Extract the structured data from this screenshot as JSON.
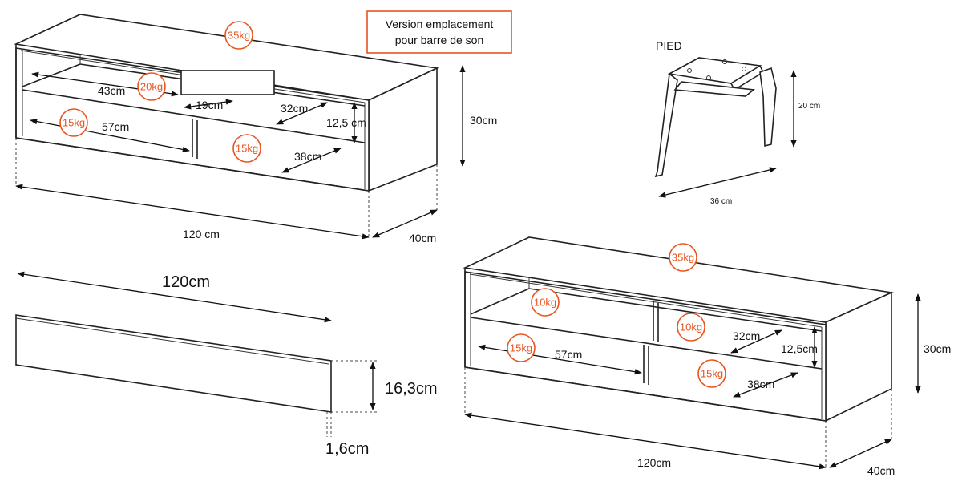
{
  "version_note": {
    "line1": "Version emplacement",
    "line2": "pour barre de son"
  },
  "cabinet_soundbar": {
    "weight_top": "35kg",
    "weight_middle_shelf": "20kg",
    "weight_left_compartment": "15kg",
    "weight_right_compartment": "15kg",
    "dim_shelf_43": "43cm",
    "dim_slot_19": "19cm",
    "dim_32": "32cm",
    "dim_12_5": "12,5 cm",
    "dim_57": "57cm",
    "dim_38": "38cm",
    "dim_height": "30cm",
    "dim_width": "120 cm",
    "dim_depth": "40cm"
  },
  "foot": {
    "title": "PIED",
    "dim_height": "20 cm",
    "dim_width": "36 cm"
  },
  "front_panel": {
    "dim_width": "120cm",
    "dim_height": "16,3cm",
    "dim_thickness": "1,6cm"
  },
  "cabinet_standard": {
    "weight_top": "35kg",
    "weight_left_shelf": "10kg",
    "weight_right_shelf": "10kg",
    "weight_left_compartment": "15kg",
    "weight_right_compartment": "15kg",
    "dim_32": "32cm",
    "dim_12_5": "12,5cm",
    "dim_57": "57cm",
    "dim_38": "38cm",
    "dim_height": "30cm",
    "dim_width": "120cm",
    "dim_depth": "40cm"
  }
}
